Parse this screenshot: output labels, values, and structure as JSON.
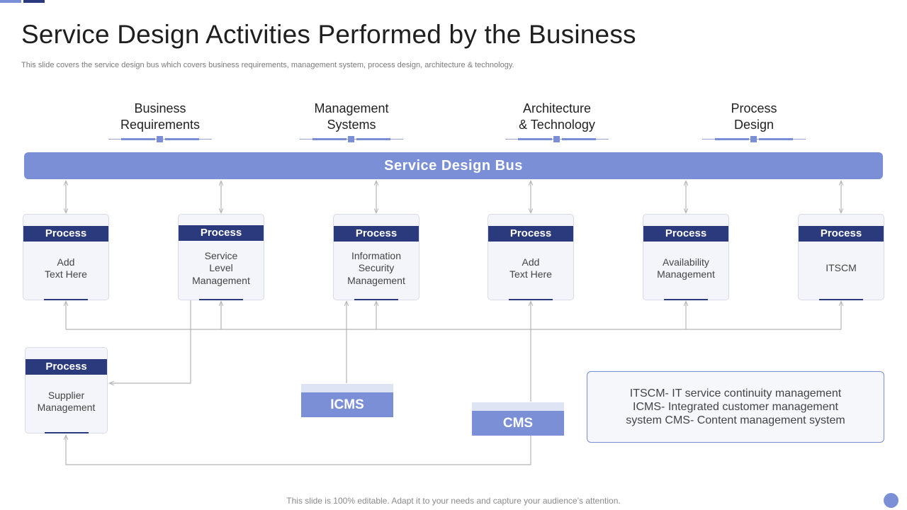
{
  "slide": {
    "title": "Service Design Activities Performed by the Business",
    "subtitle": "This slide covers the service design bus which covers business requirements, management system, process design, architecture & technology.",
    "footer": "This slide is 100% editable. Adapt it to your needs and capture your audience’s attention."
  },
  "categories": [
    "Business\nRequirements",
    "Management\nSystems",
    "Architecture\n& Technology",
    "Process\nDesign"
  ],
  "bus": {
    "label": "Service Design Bus"
  },
  "processes": [
    {
      "header": "Process",
      "text": "Add\nText Here"
    },
    {
      "header": "Process",
      "text": "Service\nLevel\nManagement"
    },
    {
      "header": "Process",
      "text": "Information\nSecurity\nManagement"
    },
    {
      "header": "Process",
      "text": "Add\nText Here"
    },
    {
      "header": "Process",
      "text": "Availability\nManagement"
    },
    {
      "header": "Process",
      "text": "ITSCM"
    },
    {
      "header": "Process",
      "text": "Supplier\nManagement"
    }
  ],
  "systems": [
    {
      "label": "ICMS"
    },
    {
      "label": "CMS"
    }
  ],
  "legend": {
    "text": "ITSCM- IT service continuity management ICMS- Integrated customer management system CMS- Content management system"
  },
  "colors": {
    "accent": "#7b8fd6",
    "dark": "#2a3a7c",
    "connector": "#b5b5b5"
  }
}
